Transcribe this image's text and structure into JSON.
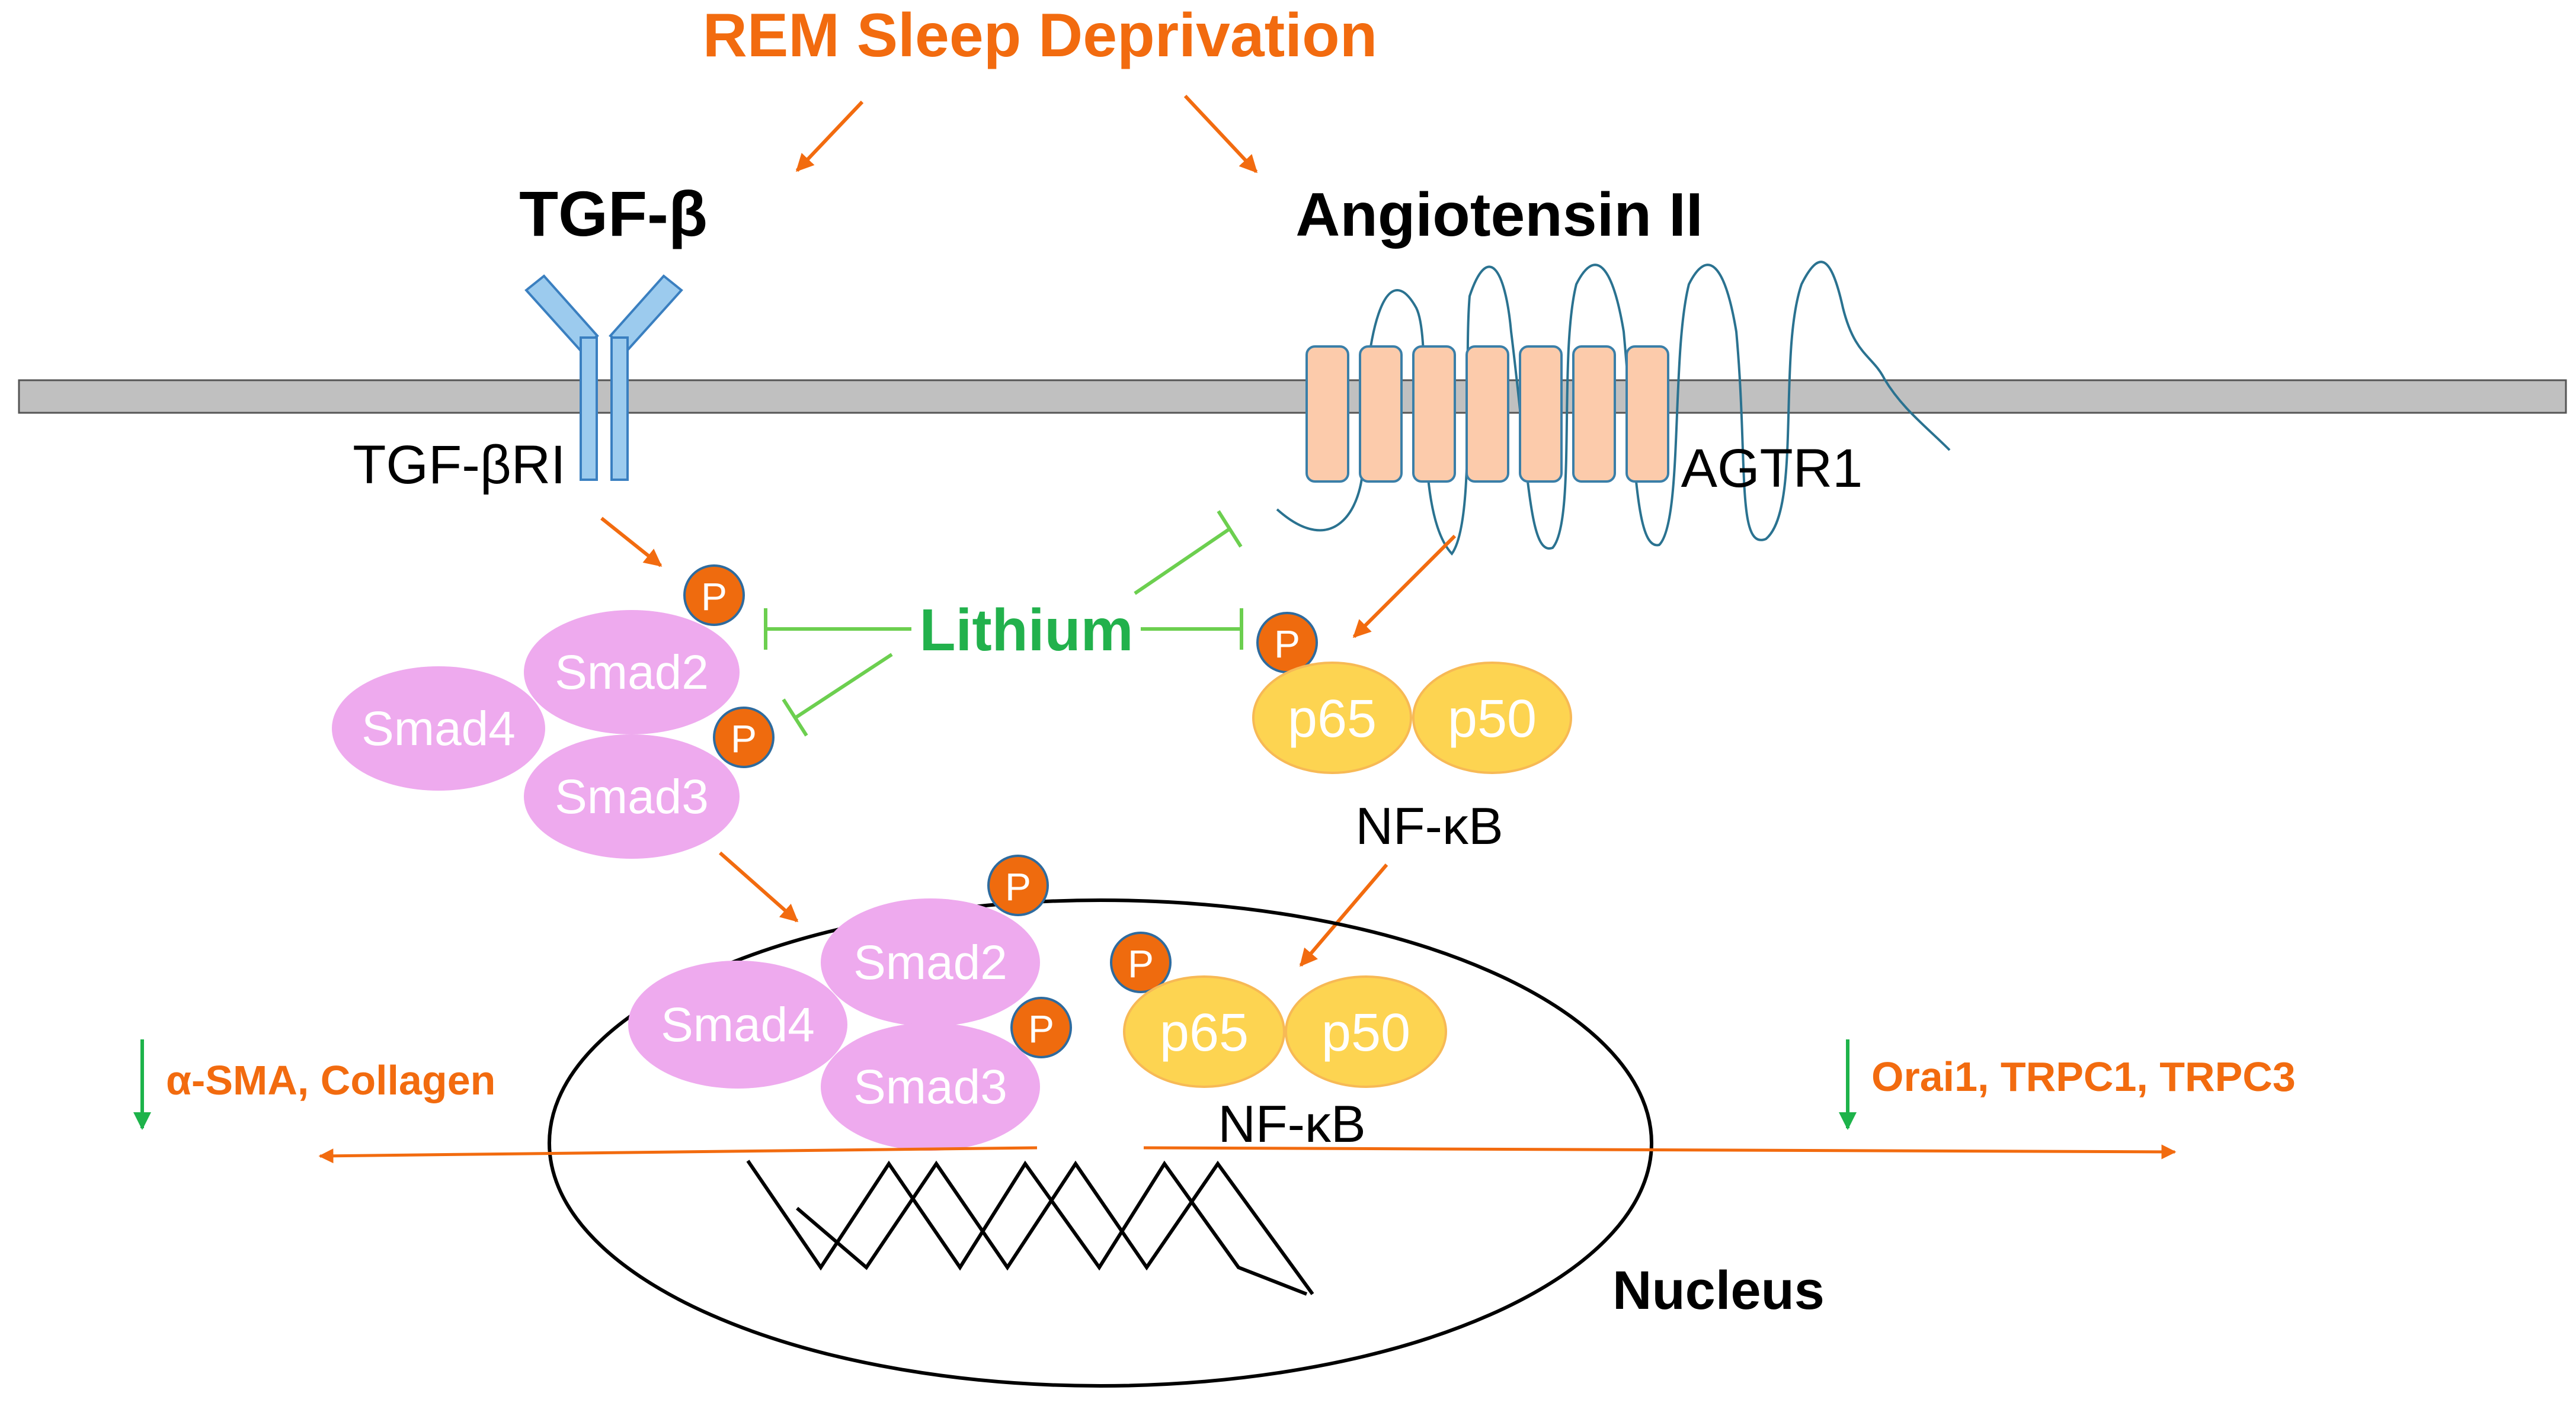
{
  "title": "REM Sleep Deprivation",
  "ligands": {
    "tgf": "TGF-β",
    "ang": "Angiotensin II"
  },
  "receptors": {
    "tgf_receptor": "TGF-βRI",
    "agtr1": "AGTR1"
  },
  "drug": "Lithium",
  "phospho": "P",
  "cytoplasm": {
    "smad2": "Smad2",
    "smad3": "Smad3",
    "smad4": "Smad4",
    "p65": "p65",
    "p50": "p50",
    "nfkb": "NF-κB"
  },
  "nucleus": {
    "smad2": "Smad2",
    "smad3": "Smad3",
    "smad4": "Smad4",
    "p65": "p65",
    "p50": "p50",
    "nfkb": "NF-κB",
    "label": "Nucleus"
  },
  "outputs": {
    "left": "α-SMA, Collagen",
    "right": "Orai1, TRPC1, TRPC3"
  },
  "colors": {
    "activation": "#f26b0f",
    "inhibition": "#6ccf4f",
    "lithium_text": "#22b14c",
    "down_arrow": "#1db34a",
    "smad": "#eeaaee",
    "nfkb_subunit": "#fdd451",
    "nfkb_stroke": "#f7b955",
    "phospho_fill": "#ef6b0e",
    "phospho_stroke": "#2e6b9e",
    "tgf_receptor": "#9ccbee",
    "tgf_receptor_stroke": "#3a7fc0",
    "agtr1_fill": "#fccbab",
    "agtr1_stroke": "#3a7fa8",
    "membrane": "#c0c0c0"
  }
}
